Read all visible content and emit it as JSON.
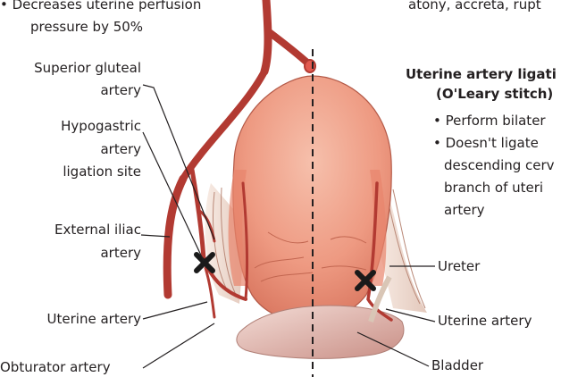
{
  "top_left_note": {
    "line1": "• Decreases uterine perfusion",
    "line2": "pressure by 50%"
  },
  "top_right_note": "atony, accreta, rupt",
  "labels": {
    "superior_gluteal": [
      "Superior gluteal",
      "artery"
    ],
    "hypogastric_ligation": [
      "Hypogastric",
      "artery",
      "ligation site"
    ],
    "external_iliac": [
      "External iliac",
      "artery"
    ],
    "uterine_artery_left": "Uterine artery",
    "obturator_artery": "Obturator artery",
    "ureter": "Ureter",
    "uterine_artery_right": "Uterine artery",
    "bladder": "Bladder"
  },
  "ligation_box": {
    "title_line1": "Uterine artery ligati",
    "title_line2": "(O'Leary stitch)",
    "bullet1": "• Perform bilater",
    "bullet2_line1": "• Doesn't ligate",
    "bullet2_line2": "descending cerv",
    "bullet2_line3": "branch of uteri",
    "bullet2_line4": "artery"
  },
  "colors": {
    "artery": "#c8403a",
    "uterus": "#f0a08a",
    "ligament": "#eedcd2",
    "bladder": "#e8c4bc",
    "marker": "#1a1a1a"
  }
}
